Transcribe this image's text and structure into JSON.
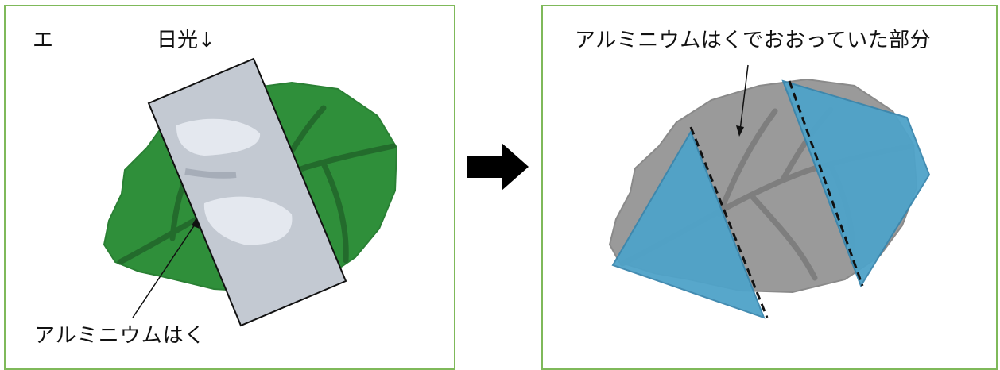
{
  "left_panel": {
    "option_label": "エ",
    "sunlight_label": "日光↓",
    "foil_label": "アルミニウムはく"
  },
  "right_panel": {
    "covered_label": "アルミニウムはくでおおっていた部分"
  },
  "colors": {
    "panel_border": "#7fb95a",
    "leaf_green": "#2f8f3a",
    "leaf_vein": "#236b2c",
    "foil_gray": "#c3c9d2",
    "blue_region": "#4fa3c9",
    "gray_leaf": "#9a9a9a",
    "arrow": "#000000"
  },
  "icons": {
    "process_arrow": "right-arrow-icon"
  }
}
